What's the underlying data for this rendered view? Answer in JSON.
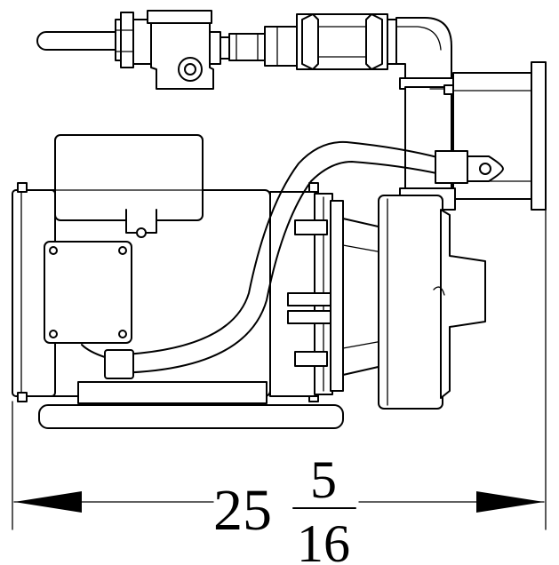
{
  "dimension": {
    "whole": "25",
    "numerator": "5",
    "denominator": "16"
  }
}
